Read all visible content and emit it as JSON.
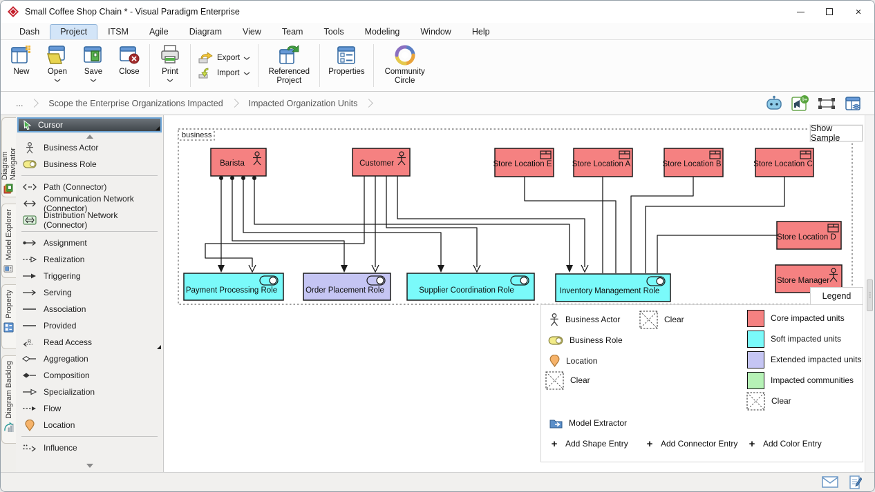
{
  "window": {
    "title": "Small Coffee Shop Chain * - Visual Paradigm Enterprise"
  },
  "menu": {
    "items": [
      "Dash",
      "Project",
      "ITSM",
      "Agile",
      "Diagram",
      "View",
      "Team",
      "Tools",
      "Modeling",
      "Window",
      "Help"
    ],
    "active": "Project"
  },
  "ribbon": {
    "new": "New",
    "open": "Open",
    "save": "Save",
    "close": "Close",
    "print": "Print",
    "export": "Export",
    "import": "Import",
    "referenced_project": "Referenced Project",
    "properties": "Properties",
    "community_circle": "Community Circle"
  },
  "breadcrumb": {
    "root": "...",
    "items": [
      "Scope the Enterprise Organizations Impacted",
      "Impacted Organization Units"
    ],
    "notification_badge": "9+"
  },
  "sidebar": {
    "tabs": [
      "Diagram Navigator",
      "Model Explorer",
      "Property",
      "Diagram Backlog"
    ],
    "tools": [
      {
        "label": "Cursor"
      },
      {
        "label": "Business Actor"
      },
      {
        "label": "Business Role"
      },
      {
        "label": "Path (Connector)"
      },
      {
        "label": "Communication Network (Connector)"
      },
      {
        "label": "Distribution Network (Connector)"
      },
      {
        "label": "Assignment"
      },
      {
        "label": "Realization"
      },
      {
        "label": "Triggering"
      },
      {
        "label": "Serving"
      },
      {
        "label": "Association"
      },
      {
        "label": "Provided"
      },
      {
        "label": "Read Access"
      },
      {
        "label": "Aggregation"
      },
      {
        "label": "Composition"
      },
      {
        "label": "Specialization"
      },
      {
        "label": "Flow"
      },
      {
        "label": "Location"
      },
      {
        "label": "Influence"
      }
    ]
  },
  "canvas": {
    "container_label": "business",
    "show_sample": "Show Sample",
    "colors": {
      "core": "#f58181",
      "soft": "#7afafa",
      "extended": "#c5c5f3",
      "communities": "#b6f2b6"
    },
    "nodes": [
      {
        "label": "Barista",
        "type": "business-actor"
      },
      {
        "label": "Customer",
        "type": "business-actor"
      },
      {
        "label": "Store Location E",
        "type": "organization-unit"
      },
      {
        "label": "Store Location A",
        "type": "organization-unit"
      },
      {
        "label": "Store Location B",
        "type": "organization-unit"
      },
      {
        "label": "Store Location C",
        "type": "organization-unit"
      },
      {
        "label": "Store Location D",
        "type": "organization-unit"
      },
      {
        "label": "Store Manager",
        "type": "business-actor"
      },
      {
        "label": "Payment Processing Role",
        "type": "business-role"
      },
      {
        "label": "Order Placement Role",
        "type": "business-role"
      },
      {
        "label": "Supplier Coordination Role",
        "type": "business-role"
      },
      {
        "label": "Inventory Management Role",
        "type": "business-role"
      }
    ]
  },
  "legend": {
    "title": "Legend",
    "shape_entries": [
      {
        "label": "Business Actor"
      },
      {
        "label": "Business Role"
      },
      {
        "label": "Location"
      },
      {
        "label": "Clear"
      }
    ],
    "connector_entries": [
      {
        "label": "Clear"
      }
    ],
    "color_entries": [
      {
        "label": "Core impacted units",
        "color": "#f58181"
      },
      {
        "label": "Soft impacted units",
        "color": "#7afafa"
      },
      {
        "label": "Extended impacted units",
        "color": "#c5c5f3"
      },
      {
        "label": "Impacted communities",
        "color": "#b6f2b6"
      },
      {
        "label": "Clear",
        "color": ""
      }
    ],
    "model_extractor": "Model Extractor",
    "add_shape": "Add Shape Entry",
    "add_connector": "Add Connector Entry",
    "add_color": "Add Color Entry"
  }
}
